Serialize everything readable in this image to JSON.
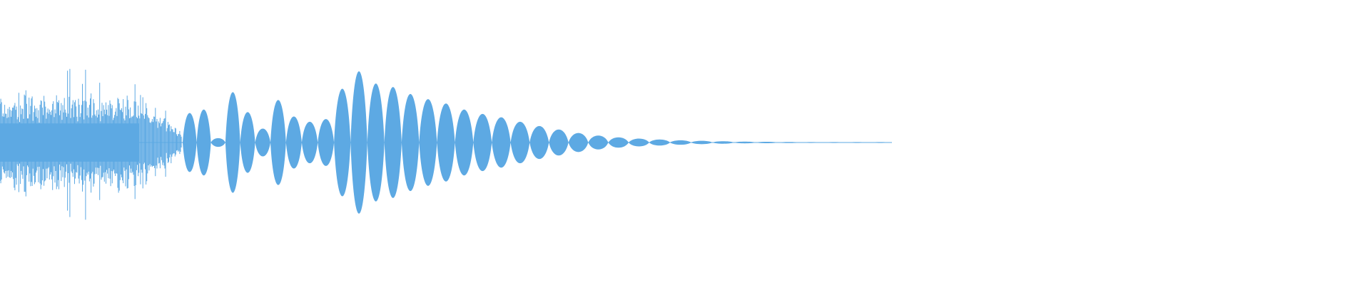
{
  "waveform": {
    "color": "#5DA9E3",
    "background": "#FFFFFF",
    "noise_burst": {
      "peak_amplitude": 0.82,
      "mean_amplitude": 0.38
    },
    "lobes": [
      0.34,
      0.38,
      0.05,
      0.58,
      0.35,
      0.16,
      0.49,
      0.3,
      0.24,
      0.27,
      0.62,
      0.82,
      0.68,
      0.64,
      0.56,
      0.5,
      0.45,
      0.38,
      0.33,
      0.29,
      0.24,
      0.19,
      0.15,
      0.11,
      0.08,
      0.06,
      0.045,
      0.035,
      0.026,
      0.019,
      0.014,
      0.01,
      0.008,
      0.006,
      0.005,
      0.004,
      0.003,
      0.002
    ]
  }
}
